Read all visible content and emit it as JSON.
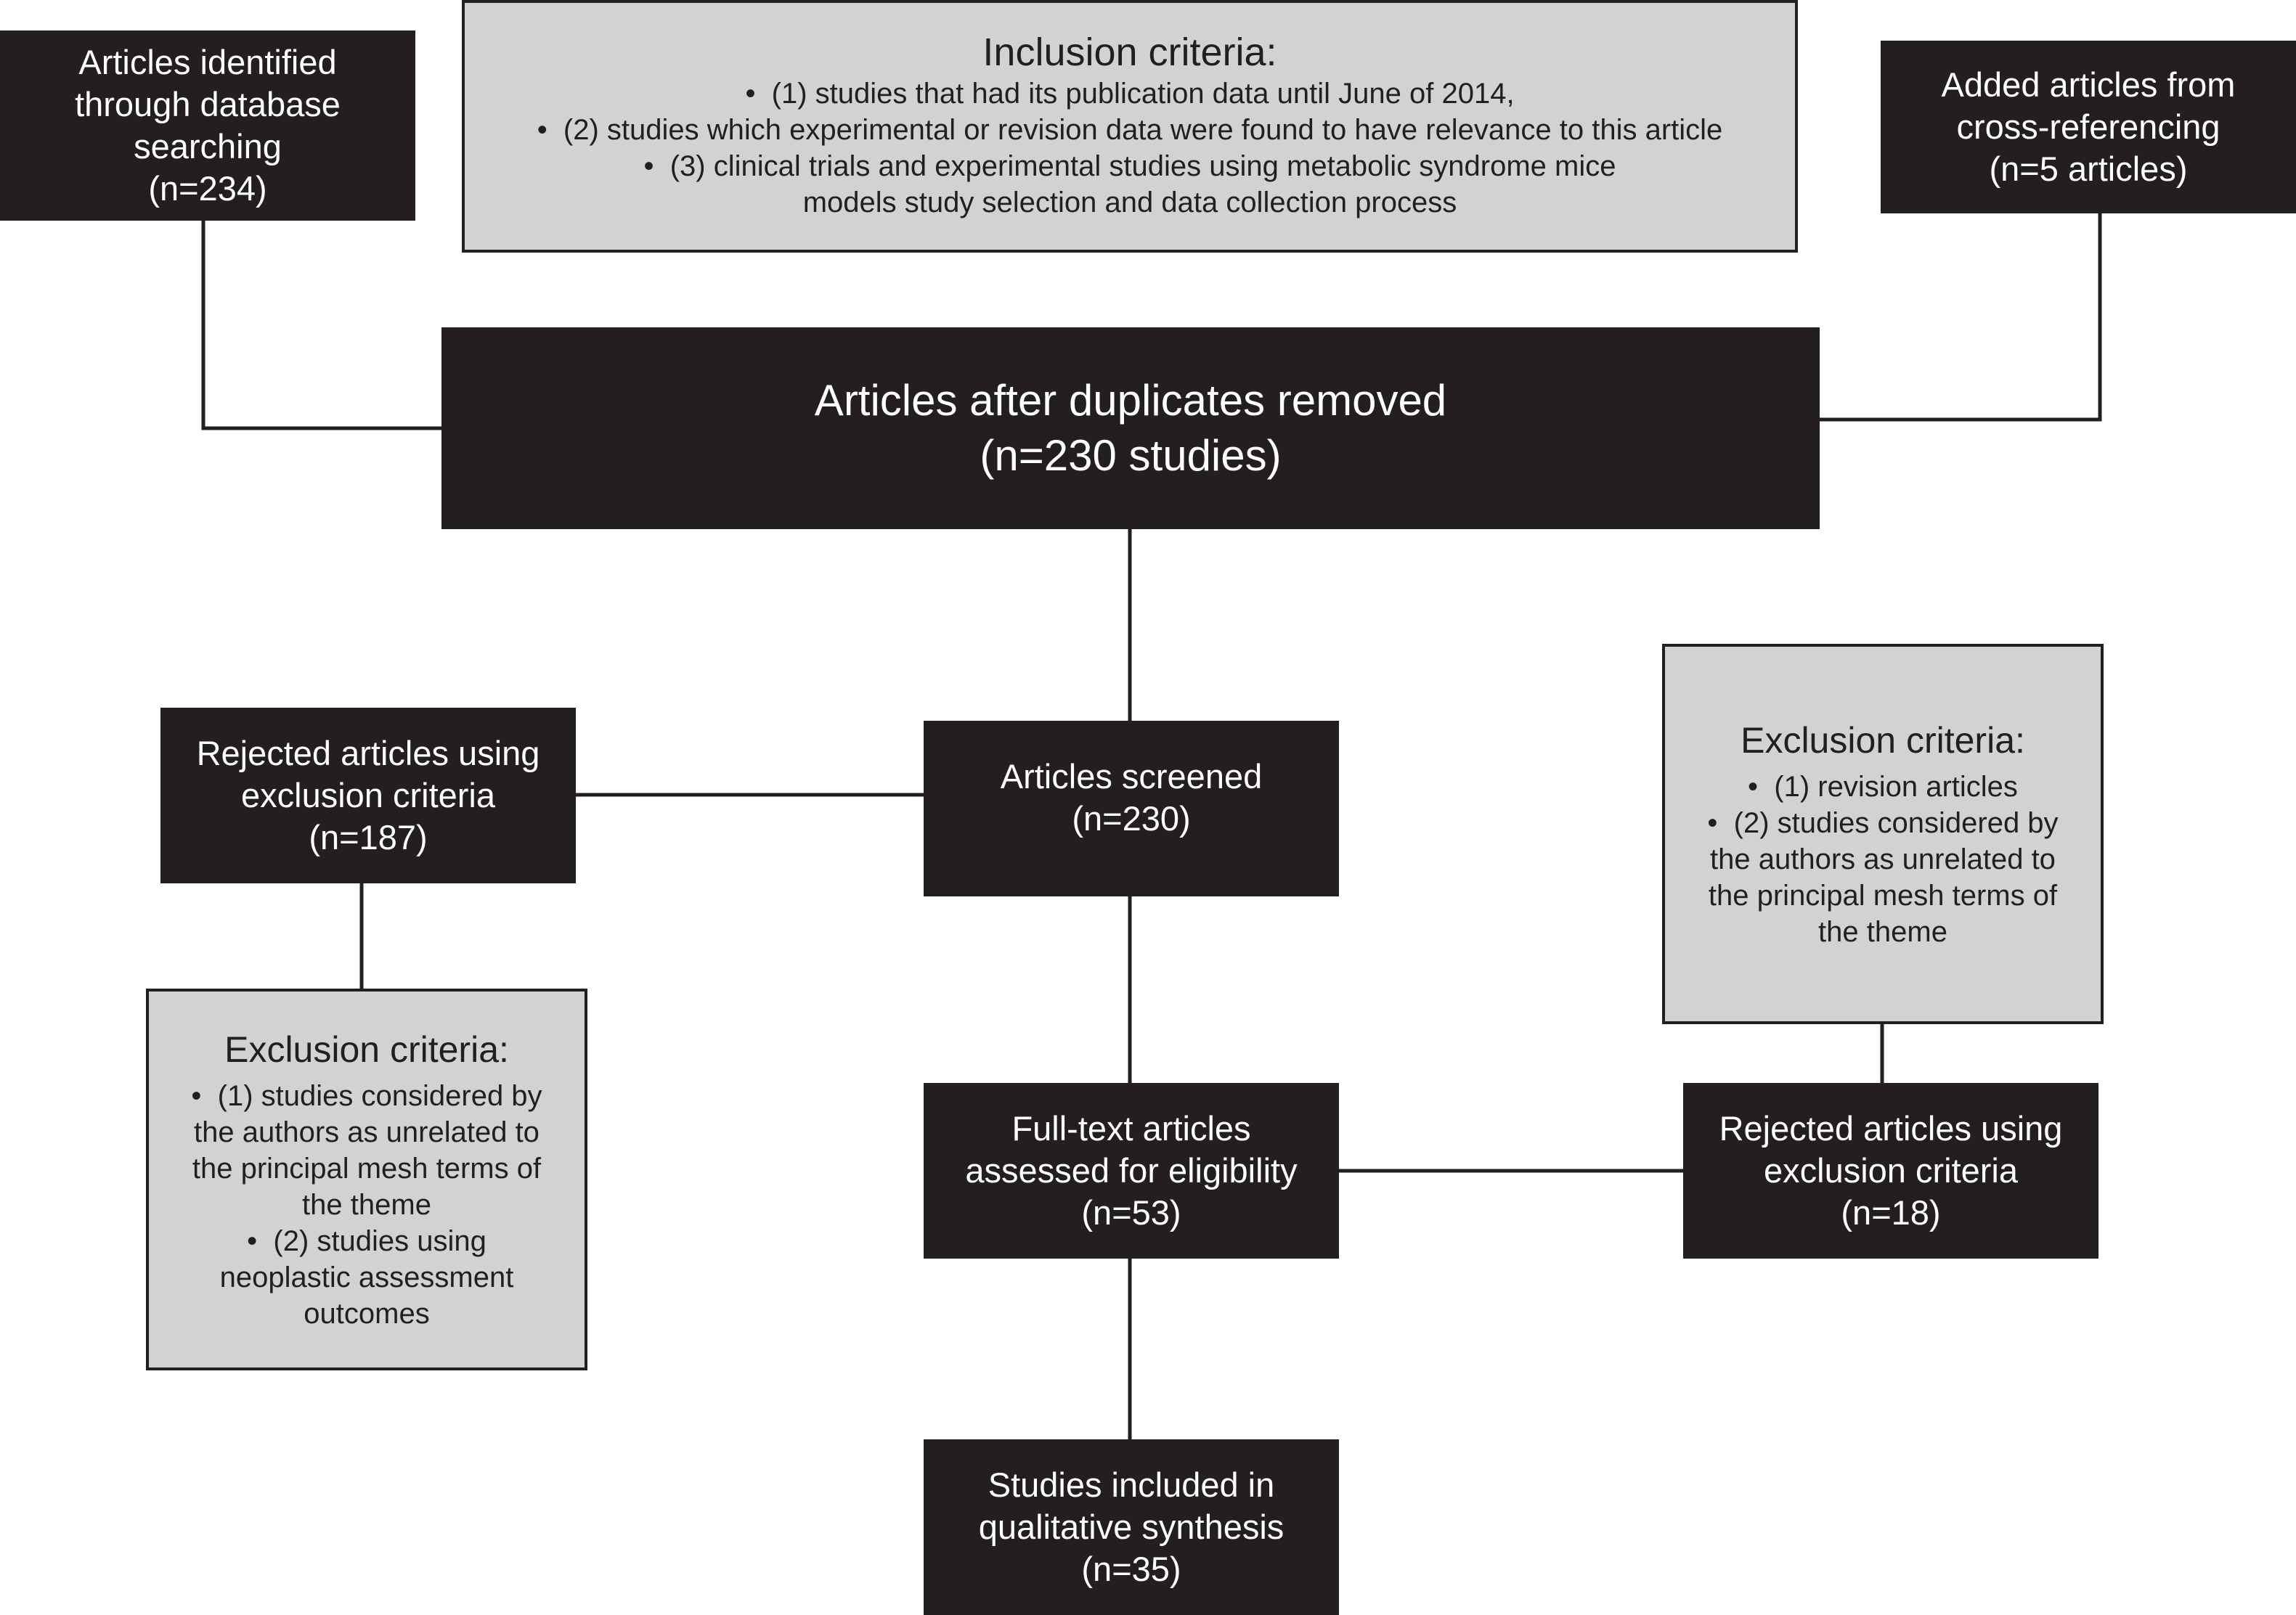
{
  "inclusion_criteria": {
    "title": "Inclusion criteria:",
    "items": [
      "(1) studies that had its publication data until June of 2014,",
      "(2) studies which experimental or revision data were found to have relevance to this article",
      "(3) clinical trials and experimental studies using metabolic syndrome mice models study selection and data collection process"
    ]
  },
  "identified": {
    "lines": [
      "Articles identified",
      "through database",
      "searching",
      "(n=234)"
    ]
  },
  "cross_ref": {
    "lines": [
      "Added articles from",
      "cross-referencing",
      "(n=5 articles)"
    ]
  },
  "after_duplicates": {
    "lines": [
      "Articles after duplicates removed",
      "(n=230 studies)"
    ]
  },
  "screened": {
    "lines": [
      "Articles screened",
      "(n=230)"
    ]
  },
  "rejected_first": {
    "lines": [
      "Rejected articles using",
      "exclusion criteria",
      "(n=187)"
    ]
  },
  "exclusion_left": {
    "title": "Exclusion criteria:",
    "items": [
      "(1) studies considered by the authors as unrelated to the principal mesh terms of the theme",
      "(2) studies using neoplastic assessment outcomes"
    ]
  },
  "exclusion_right": {
    "title": "Exclusion criteria:",
    "items": [
      "(1) revision articles",
      "(2) studies considered by the authors as unrelated to the principal mesh terms of the theme"
    ]
  },
  "full_text": {
    "lines": [
      "Full-text articles",
      "assessed for eligibility",
      "(n=53)"
    ]
  },
  "rejected_second": {
    "lines": [
      "Rejected articles using",
      "exclusion criteria",
      "(n=18)"
    ]
  },
  "included": {
    "lines": [
      "Studies included in",
      "qualitative synthesis",
      "(n=35)"
    ]
  },
  "colors": {
    "dark_box": "#231f20",
    "light_box": "#d1d2d4",
    "connector": "#231f20"
  }
}
